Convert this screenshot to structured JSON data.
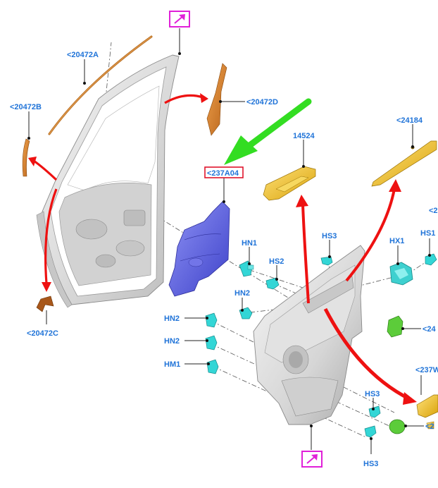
{
  "labels": {
    "l20472A": "<20472A",
    "l20472B": "<20472B",
    "l20472D": "<20472D",
    "l20472C": "<20472C",
    "l237A04": "<237A04",
    "l14524": "14524",
    "l24184": "<24184",
    "hn1": "HN1",
    "hs3a": "HS3",
    "hs2": "HS2",
    "hn2a": "HN2",
    "hn2b": "HN2",
    "hn2c": "HN2",
    "hm1": "HM1",
    "hx1": "HX1",
    "hs1": "HS1",
    "hs3b": "HS3",
    "hs3c": "HS3",
    "cut1": "<2",
    "cut2": "<24",
    "cut3": "<237W",
    "cut4": "<2"
  },
  "colors": {
    "label": "#1f73d8",
    "highlight_box": "#e0142c",
    "nav_icon": "#e020d8",
    "arrow_red": "#ee1111",
    "arrow_green": "#33dd22",
    "part_orange": "#d9822b",
    "part_yellow": "#f0c21c",
    "part_blue": "#5a5fe0",
    "part_cyan": "#33d6d6",
    "part_green": "#5ccc3a",
    "part_brown": "#a8571a"
  },
  "icons": {
    "nav_top": "link-arrow-icon",
    "nav_bottom": "link-arrow-icon"
  }
}
